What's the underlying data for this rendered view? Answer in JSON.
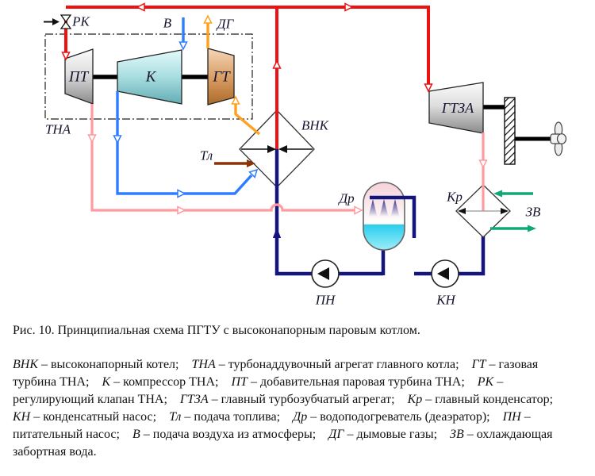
{
  "figure": {
    "caption": "Рис. 10. Принципиальная схема ПГТУ с высоконапорным паровым котлом.",
    "legend_items": [
      {
        "term": "ВНК",
        "def": "– высоконапорный котел;"
      },
      {
        "term": "ТНА",
        "def": "– турбонаддувочный агрегат главного котла;"
      },
      {
        "term": "ГТ",
        "def": "– газовая турбина ТНА;"
      },
      {
        "term": "К",
        "def": "– компрессор ТНА;"
      },
      {
        "term": "ПТ",
        "def": "– добавительная паровая турбина ТНА;"
      },
      {
        "term": "РК",
        "def": "– регулирующий клапан ТНА;"
      },
      {
        "term": "ГТЗА",
        "def": "– главный турбозубчатый агрегат;"
      },
      {
        "term": "Кр",
        "def": "– главный конденсатор;"
      },
      {
        "term": "КН",
        "def": "– конденсатный насос;"
      },
      {
        "term": "Тл",
        "def": "– подача топлива;"
      },
      {
        "term": "Др",
        "def": "– водоподогреватель (деаэратор);"
      },
      {
        "term": "ПН",
        "def": "– питательный насос;"
      },
      {
        "term": "В",
        "def": "– подача воздуха из атмосферы;"
      },
      {
        "term": "ДГ",
        "def": "– дымовые газы;"
      },
      {
        "term": "ЗВ",
        "def": "– охлаждающая забортная вода."
      }
    ]
  },
  "diagram": {
    "labels": {
      "rk": "РК",
      "v": "В",
      "dg": "ДГ",
      "pt": "ПТ",
      "k": "К",
      "gt": "ГТ",
      "tna": "ТНА",
      "vnk": "ВНК",
      "tl": "Тл",
      "gtza": "ГТЗА",
      "dr": "Др",
      "kr": "Кр",
      "zv": "ЗВ",
      "pn": "ПН",
      "kn": "КН"
    },
    "colors": {
      "steam": "#ee1111",
      "exhaust_steam": "#ff9aa0",
      "air": "#2e7dff",
      "feed_water": "#14147d",
      "combustion_gas": "#ffa01e",
      "fuel": "#8a3408",
      "sea_water": "#11a878"
    }
  }
}
